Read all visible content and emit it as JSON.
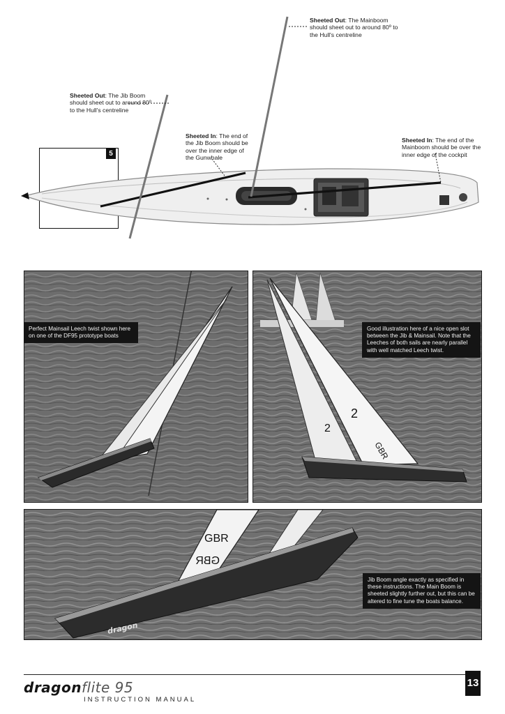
{
  "diagram": {
    "step_number": "5",
    "callouts": {
      "main_out": {
        "title": "Sheeted Out",
        "text": ": The Mainboom should sheet out to around 80º to the Hull's centreline"
      },
      "jib_out": {
        "title": "Sheeted Out",
        "text": ": The Jib Boom should sheet out to around 80º to the Hull's centreline"
      },
      "jib_in": {
        "title": "Sheeted In",
        "text": ": The end of the Jib Boom should be over the inner edge of the Gunwhale"
      },
      "main_in": {
        "title": "Sheeted In",
        "text": ": The end of the Mainboom should be over the inner edge of the cockpit"
      }
    }
  },
  "photos": [
    {
      "caption": "Perfect Mainsail Leech twist shown here on one of the DF95 prototype boats"
    },
    {
      "caption": "Good illustration here of a nice open slot between the Jib & Mainsail. Note that the Leeches of both sails are nearly parallel with well matched Leech twist."
    },
    {
      "caption": "Jib Boom angle exactly as specified in these instructions. The Main Boom is sheeted slightly further out, but this can be altered to fine tune the boats balance."
    }
  ],
  "footer": {
    "brand_bold": "dragon",
    "brand_light": "flite 95",
    "subtitle": "INSTRUCTION MANUAL",
    "page_number": "13"
  },
  "colors": {
    "caption_bg": "#141414",
    "water": "#6e6e6e",
    "hull": "#ececec"
  }
}
